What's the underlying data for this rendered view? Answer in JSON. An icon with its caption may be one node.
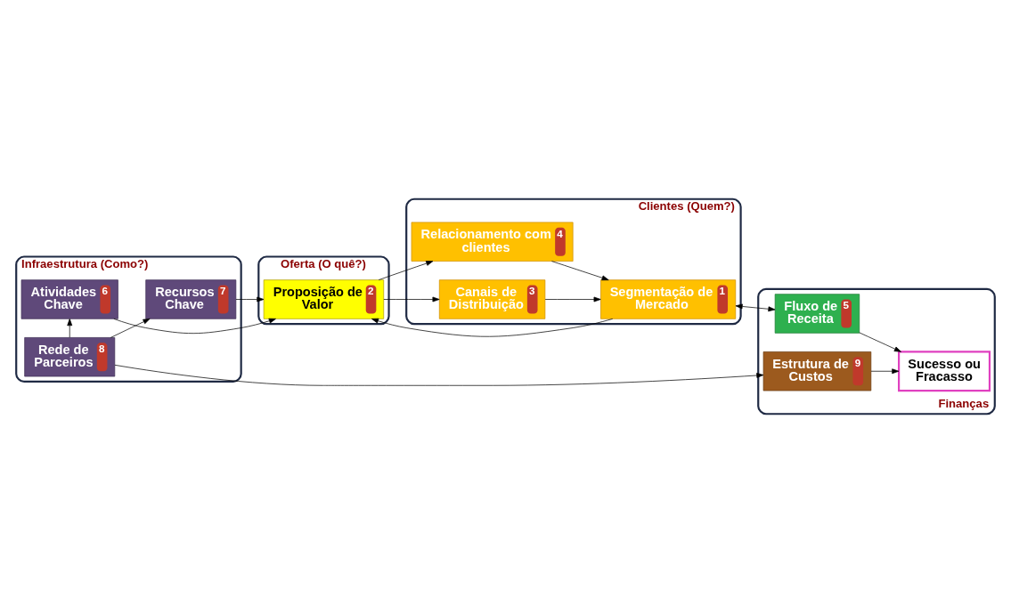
{
  "diagram": {
    "nodes": [
      {
        "text": [
          "Infraestrutura (Como?)"
        ]
      },
      {
        "text": [
          "Atividades Chave",
          "6"
        ],
        "in": 0
      },
      {
        "text": [
          "Rede de Parceiros",
          "8"
        ],
        "in": 0
      },
      {
        "text": [
          "Recursos Chave",
          "7"
        ],
        "in": 0
      },
      {
        "text": [
          "Oferta (O quê?)"
        ]
      },
      {
        "text": [
          "Proposição de Valor",
          "2"
        ],
        "in": 4
      },
      {
        "text": [
          "Clientes (Quem?)"
        ]
      },
      {
        "text": [
          "Relacionamento com clientes",
          "4"
        ],
        "in": 6
      },
      {
        "text": [
          "Segmentação de Mercado",
          "1"
        ],
        "in": 6
      },
      {
        "text": [
          "Canais de Distribuição",
          "3"
        ],
        "in": 6
      },
      {
        "text": [
          "Finanças"
        ]
      },
      {
        "text": [
          "Estrutura de Custos",
          "9"
        ],
        "in": 10
      },
      {
        "text": [
          "Sucesso ou Fracasso"
        ],
        "in": 10
      },
      {
        "text": [
          "Fluxo de Receita",
          "5"
        ],
        "in": 10
      }
    ],
    "edges": [
      {
        "from": 2,
        "to": 1,
        "arrow": "to"
      },
      {
        "from": 2,
        "to": 3,
        "arrow": "to"
      },
      {
        "from": 2,
        "to": 11,
        "arrow": "to"
      },
      {
        "from": 1,
        "to": 5,
        "arrow": "to"
      },
      {
        "from": 3,
        "to": 5,
        "arrow": "to"
      },
      {
        "from": 5,
        "to": 7,
        "arrow": "to"
      },
      {
        "from": 5,
        "to": 9,
        "arrow": "to"
      },
      {
        "from": 7,
        "to": 8,
        "arrow": "to"
      },
      {
        "from": 8,
        "to": 5,
        "arrow": "to"
      },
      {
        "from": 9,
        "to": 8,
        "arrow": "to"
      },
      {
        "from": 8,
        "to": 13,
        "arrow": "both"
      },
      {
        "from": 11,
        "to": 12,
        "arrow": "to"
      },
      {
        "from": 13,
        "to": 12,
        "arrow": "to"
      }
    ]
  }
}
